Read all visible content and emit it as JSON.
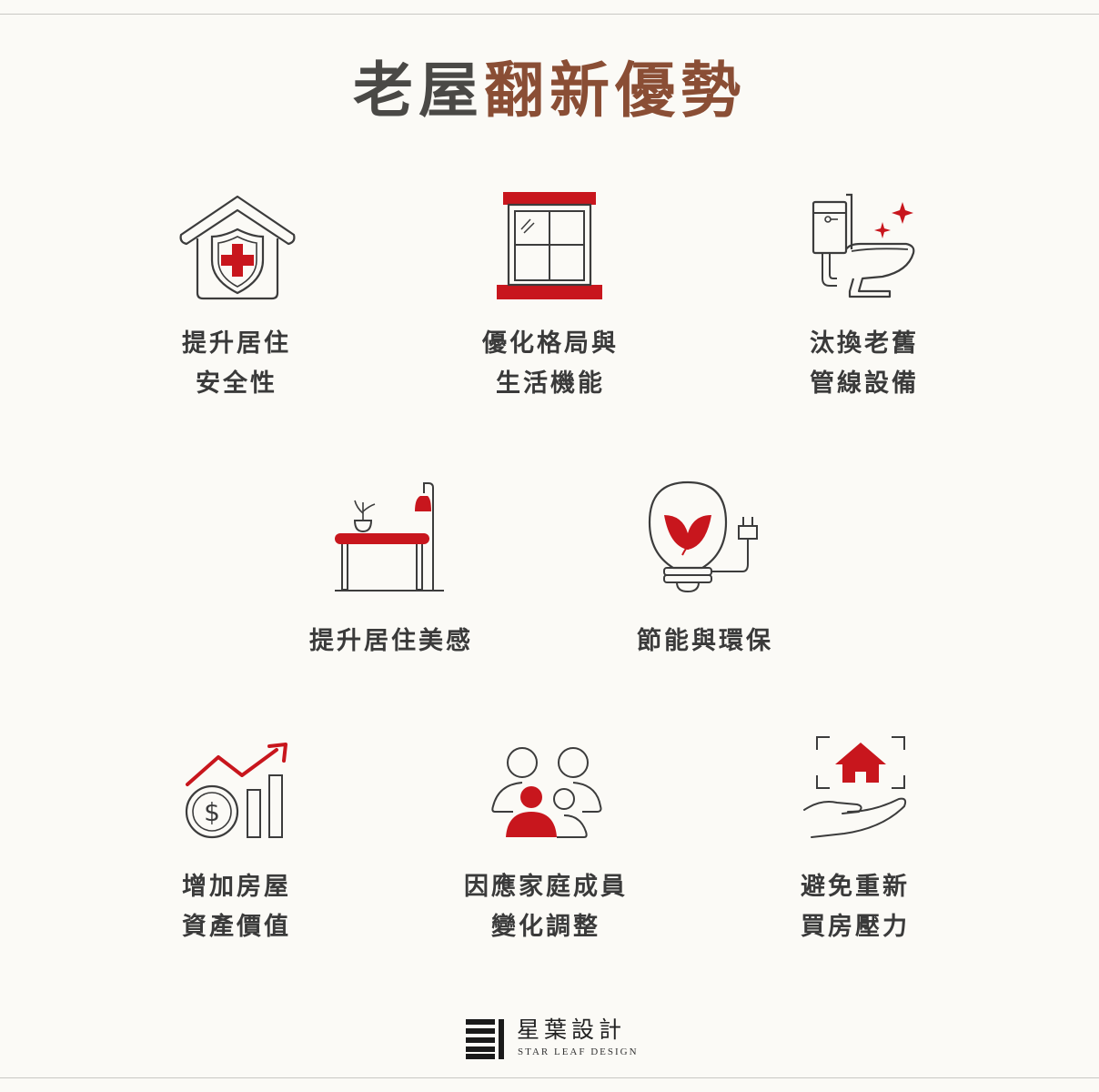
{
  "title": {
    "part1": "老屋",
    "part2": "翻新優勢"
  },
  "colors": {
    "accent": "#c8161d",
    "line": "#3c3c3c",
    "title_dark": "#4a4946",
    "title_brown": "#8a4e35",
    "background": "#fbfaf6"
  },
  "items": [
    {
      "icon": "house-shield-cross-icon",
      "line1": "提升居住",
      "line2": "安全性"
    },
    {
      "icon": "window-icon",
      "line1": "優化格局與",
      "line2": "生活機能"
    },
    {
      "icon": "clean-toilet-icon",
      "line1": "汰換老舊",
      "line2": "管線設備"
    },
    {
      "icon": "table-lamp-icon",
      "line1": "提升居住美感"
    },
    {
      "icon": "eco-bulb-plug-icon",
      "line1": "節能與環保"
    },
    {
      "icon": "value-growth-chart-icon",
      "line1": "增加房屋",
      "line2": "資產價值"
    },
    {
      "icon": "family-members-icon",
      "line1": "因應家庭成員",
      "line2": "變化調整"
    },
    {
      "icon": "hand-house-icon",
      "line1": "避免重新",
      "line2": "買房壓力"
    }
  ],
  "logo": {
    "name": "星葉設計",
    "subtitle": "STAR LEAF DESIGN"
  }
}
